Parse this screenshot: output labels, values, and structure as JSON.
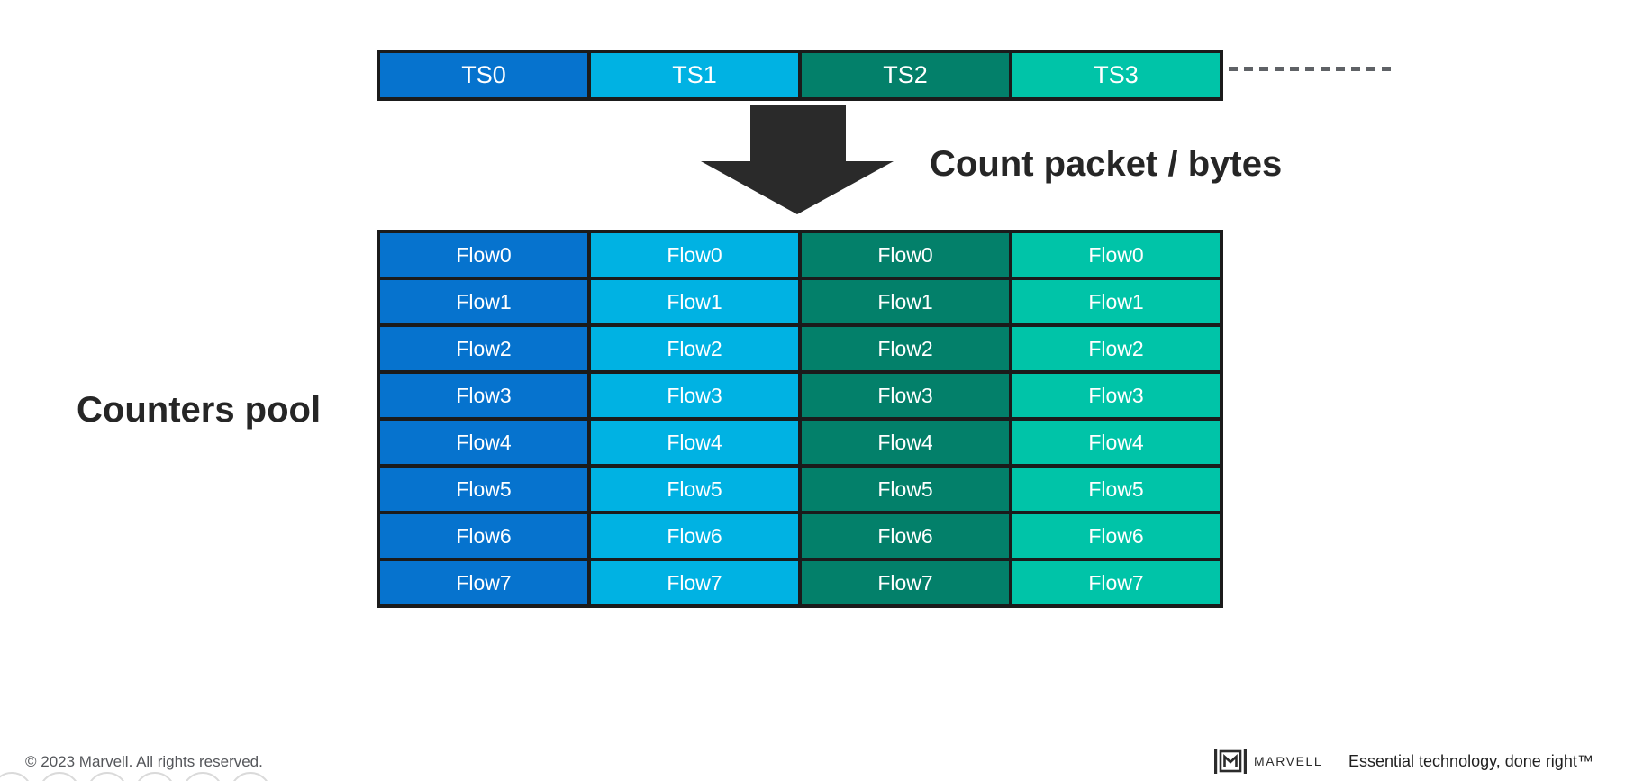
{
  "colors": {
    "blue": "#0673CE",
    "cyan": "#00B2E3",
    "green": "#03806A",
    "teal": "#00C4A8",
    "border_dark": "#1B1B1B",
    "arrow_dark": "#2A2A2A",
    "heading_text": "#262626",
    "footer_gray": "#54565A",
    "dash_gray": "#5F6266"
  },
  "timeslot_bar": {
    "segments": [
      {
        "label": "TS0",
        "color": "#0673CE"
      },
      {
        "label": "TS1",
        "color": "#00B2E3"
      },
      {
        "label": "TS2",
        "color": "#03806A"
      },
      {
        "label": "TS3",
        "color": "#00C4A8"
      }
    ]
  },
  "arrow_label": "Count packet / bytes",
  "pool_label": "Counters pool",
  "counters_grid": {
    "row_labels": [
      "Flow0",
      "Flow1",
      "Flow2",
      "Flow3",
      "Flow4",
      "Flow5",
      "Flow6",
      "Flow7"
    ],
    "column_colors": [
      "#0673CE",
      "#00B2E3",
      "#03806A",
      "#00C4A8"
    ]
  },
  "footer": {
    "copyright": "© 2023 Marvell. All rights reserved.",
    "brand": "MARVELL",
    "tagline": "Essential technology, done right™"
  }
}
